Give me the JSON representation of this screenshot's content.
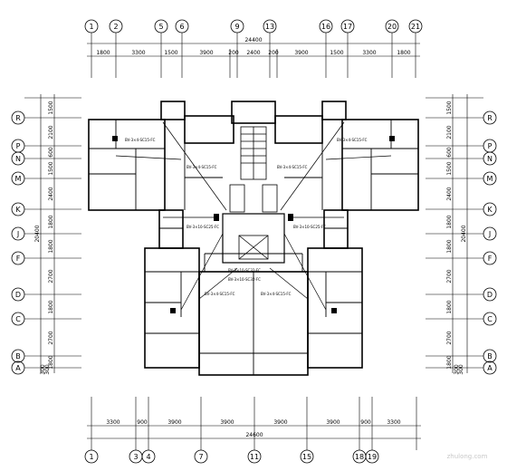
{
  "drawing": {
    "top_axes": [
      "1",
      "2",
      "5",
      "6",
      "9",
      "13",
      "16",
      "17",
      "20",
      "21"
    ],
    "top_dims": [
      "1800",
      "3300",
      "1500",
      "3900",
      "200",
      "2400",
      "200",
      "3900",
      "1500",
      "3300",
      "1800"
    ],
    "top_total": "24400",
    "bottom_axes": [
      "1",
      "3",
      "4",
      "7",
      "11",
      "15",
      "18",
      "19"
    ],
    "bottom_dims": [
      "3300",
      "900",
      "3900",
      "3900",
      "3900",
      "3900",
      "900",
      "3300"
    ],
    "bottom_total": "24600",
    "side_axes": [
      "R",
      "P",
      "N",
      "M",
      "K",
      "J",
      "F",
      "D",
      "C",
      "B",
      "A"
    ],
    "side_dims": [
      "1500",
      "2100",
      "600",
      "1500",
      "2400",
      "1800",
      "1800",
      "2700",
      "1800",
      "2700",
      "1800",
      "300",
      "300"
    ],
    "side_total": "20400",
    "circuit_notes": [
      "BV-3×4-SC15-FC",
      "BV-3×4-SC15-FC",
      "BV-3×4-SC15-FC",
      "BV-3×4-SC15-FC",
      "BV-3×10-SC25-FC",
      "BV-3×10-SC25-FC",
      "BV-3×10-SC32-FC",
      "BV-3×10-SC32-FC",
      "BV-3×4-SC15-FC",
      "BV-3×4-SC15-FC"
    ],
    "watermark": "zhulong.com",
    "colors": {
      "line": "#000000",
      "watermark": "#c8c8c8"
    }
  }
}
